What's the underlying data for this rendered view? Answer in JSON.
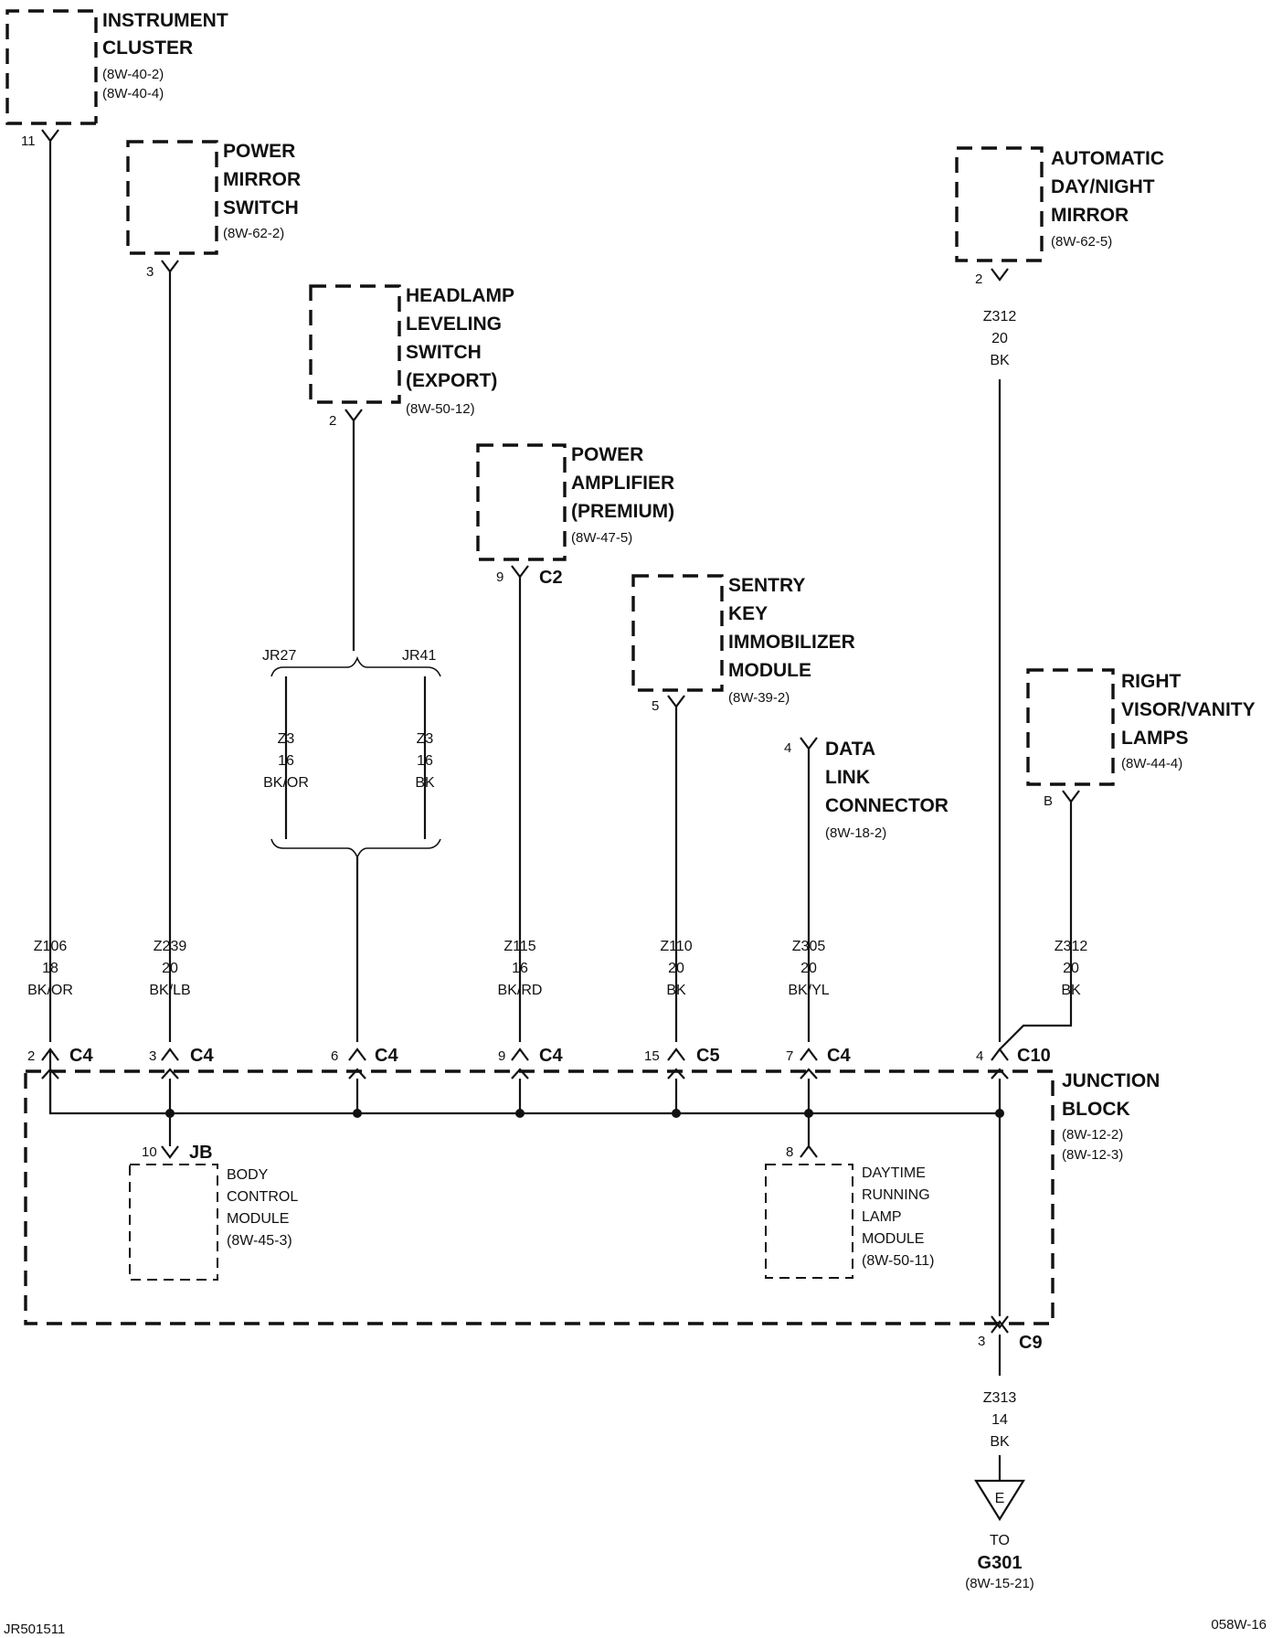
{
  "components": {
    "instrument_cluster": {
      "lines": [
        "INSTRUMENT",
        "CLUSTER"
      ],
      "refs": [
        "(8W-40-2)",
        "(8W-40-4)"
      ],
      "pin": "11"
    },
    "power_mirror_switch": {
      "lines": [
        "POWER",
        "MIRROR",
        "SWITCH"
      ],
      "refs": [
        "(8W-62-2)"
      ],
      "pin": "3"
    },
    "headlamp_leveling_switch": {
      "lines": [
        "HEADLAMP",
        "LEVELING",
        "SWITCH",
        "(EXPORT)"
      ],
      "refs": [
        "(8W-50-12)"
      ],
      "pin": "2"
    },
    "power_amplifier": {
      "lines": [
        "POWER",
        "AMPLIFIER",
        "(PREMIUM)"
      ],
      "refs": [
        "(8W-47-5)"
      ],
      "pin": "9",
      "connector": "C2"
    },
    "sentry_key": {
      "lines": [
        "SENTRY",
        "KEY",
        "IMMOBILIZER",
        "MODULE"
      ],
      "refs": [
        "(8W-39-2)"
      ],
      "pin": "5"
    },
    "data_link_connector": {
      "lines": [
        "DATA",
        "LINK",
        "CONNECTOR"
      ],
      "refs": [
        "(8W-18-2)"
      ],
      "pin": "4"
    },
    "auto_day_night_mirror": {
      "lines": [
        "AUTOMATIC",
        "DAY/NIGHT",
        "MIRROR"
      ],
      "refs": [
        "(8W-62-5)"
      ],
      "pin": "2"
    },
    "right_visor_lamps": {
      "lines": [
        "RIGHT",
        "VISOR/VANITY",
        "LAMPS"
      ],
      "refs": [
        "(8W-44-4)"
      ],
      "pin": "B"
    },
    "junction_block": {
      "lines": [
        "JUNCTION",
        "BLOCK"
      ],
      "refs": [
        "(8W-12-2)",
        "(8W-12-3)"
      ]
    },
    "body_control_module": {
      "lines": [
        "BODY",
        "CONTROL",
        "MODULE",
        "(8W-45-3)"
      ],
      "pin": "10",
      "connector": "JB"
    },
    "drl_module": {
      "lines": [
        "DAYTIME",
        "RUNNING",
        "LAMP",
        "MODULE",
        "(8W-50-11)"
      ],
      "pin": "8"
    }
  },
  "wires": {
    "z106": [
      "Z106",
      "18",
      "BK/OR"
    ],
    "z239": [
      "Z239",
      "20",
      "BK/LB"
    ],
    "z115": [
      "Z115",
      "16",
      "BK/RD"
    ],
    "z110": [
      "Z110",
      "20",
      "BK"
    ],
    "z305": [
      "Z305",
      "20",
      "BK/YL"
    ],
    "z312_top": [
      "Z312",
      "20",
      "BK"
    ],
    "z312_lower": [
      "Z312",
      "20",
      "BK"
    ],
    "z3_left": [
      "Z3",
      "16",
      "BK/OR"
    ],
    "z3_right": [
      "Z3",
      "16",
      "BK"
    ],
    "z313": [
      "Z313",
      "14",
      "BK"
    ]
  },
  "splice_labels": {
    "left": "JR27",
    "right": "JR41"
  },
  "jb_connectors": [
    {
      "pin": "2",
      "conn": "C4"
    },
    {
      "pin": "3",
      "conn": "C4"
    },
    {
      "pin": "6",
      "conn": "C4"
    },
    {
      "pin": "9",
      "conn": "C4"
    },
    {
      "pin": "15",
      "conn": "C5"
    },
    {
      "pin": "7",
      "conn": "C4"
    },
    {
      "pin": "4",
      "conn": "C10"
    }
  ],
  "output_connector": {
    "pin": "3",
    "conn": "C9"
  },
  "ground": {
    "symbol": "E",
    "to": "TO",
    "name": "G301",
    "ref": "(8W-15-21)"
  },
  "footer": {
    "left": "JR501511",
    "right": "058W-16"
  }
}
